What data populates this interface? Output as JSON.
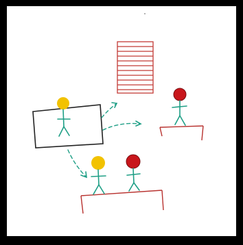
{
  "scene": {
    "kind": "whiteboard-sketch",
    "figures": [
      {
        "id": "yellow-head-in-box",
        "head_color": "#f2c200",
        "body_color": "#1f9f86"
      },
      {
        "id": "red-head-on-right-platform",
        "head_color": "#c8161b",
        "body_color": "#1f9f86"
      },
      {
        "id": "yellow-head-bottom",
        "head_color": "#f2c200",
        "body_color": "#1f9f86"
      },
      {
        "id": "red-head-bottom",
        "head_color": "#c8161b",
        "body_color": "#1f9f86"
      }
    ],
    "colors": {
      "frame": "#000000",
      "board": "#ffffff",
      "box_stroke": "#222222",
      "document_stroke": "#c23a35",
      "platform_stroke": "#b8322f",
      "arrow_stroke": "#1f9f86"
    }
  }
}
